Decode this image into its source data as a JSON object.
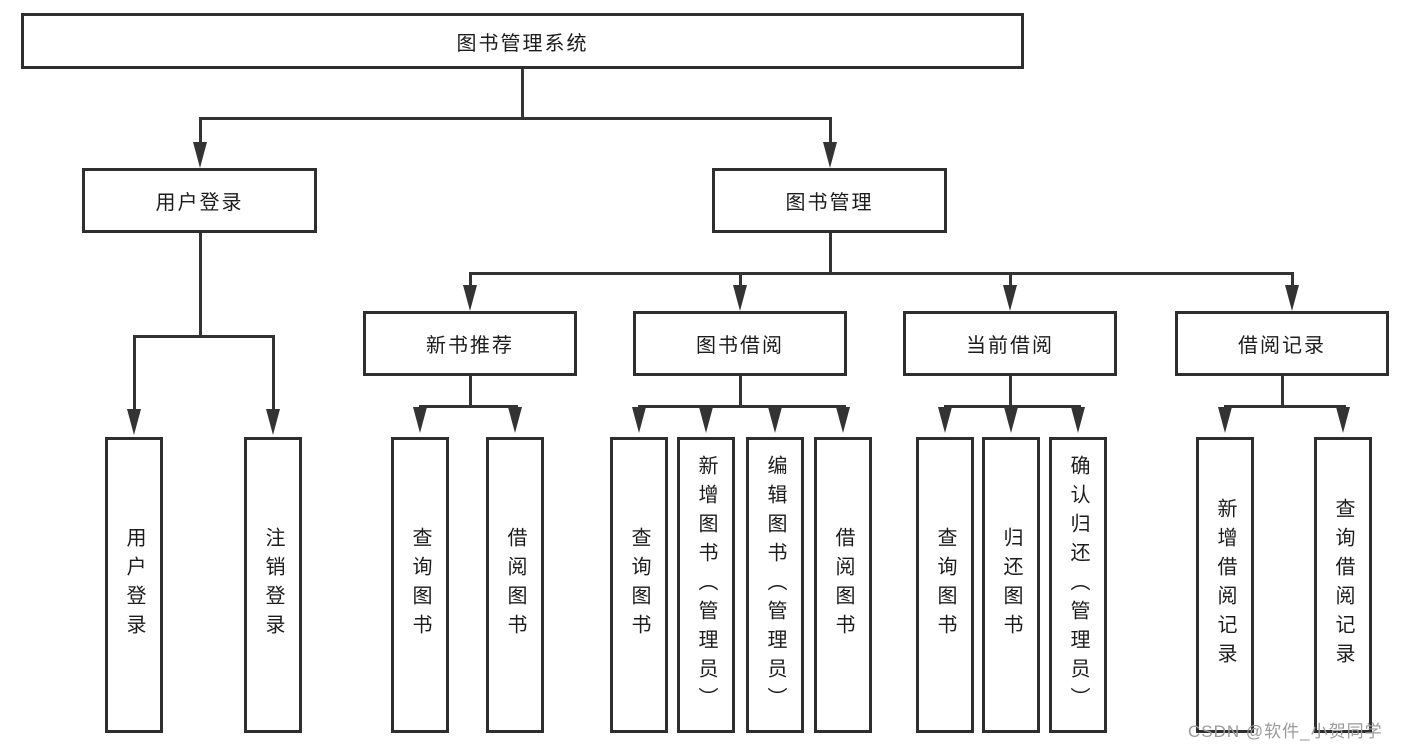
{
  "root": {
    "label": "图书管理系统"
  },
  "branches": {
    "user_login": {
      "label": "用户登录"
    },
    "book_mgmt": {
      "label": "图书管理"
    }
  },
  "modules": {
    "new_book": {
      "label": "新书推荐"
    },
    "book_borrow": {
      "label": "图书借阅"
    },
    "current_borrow": {
      "label": "当前借阅"
    },
    "borrow_records": {
      "label": "借阅记录"
    }
  },
  "leaves": {
    "user_login": "用户登录",
    "logout": "注销登录",
    "newbook_query": "查询图书",
    "newbook_borrow": "借阅图书",
    "borrow_query": "查询图书",
    "borrow_add": "新增图书（管理员）",
    "borrow_edit": "编辑图书（管理员）",
    "borrow_borrow": "借阅图书",
    "current_query": "查询图书",
    "current_return": "归还图书",
    "current_confirm": "确认归还（管理员）",
    "records_add": "新增借阅记录",
    "records_query": "查询借阅记录"
  },
  "watermark": "CSDN @软件_小贺同学",
  "colors": {
    "line": "#333333",
    "border": "#2e2e2e",
    "text": "#1c1c1c",
    "watermark": "#9a9a9a",
    "background": "#ffffff"
  }
}
